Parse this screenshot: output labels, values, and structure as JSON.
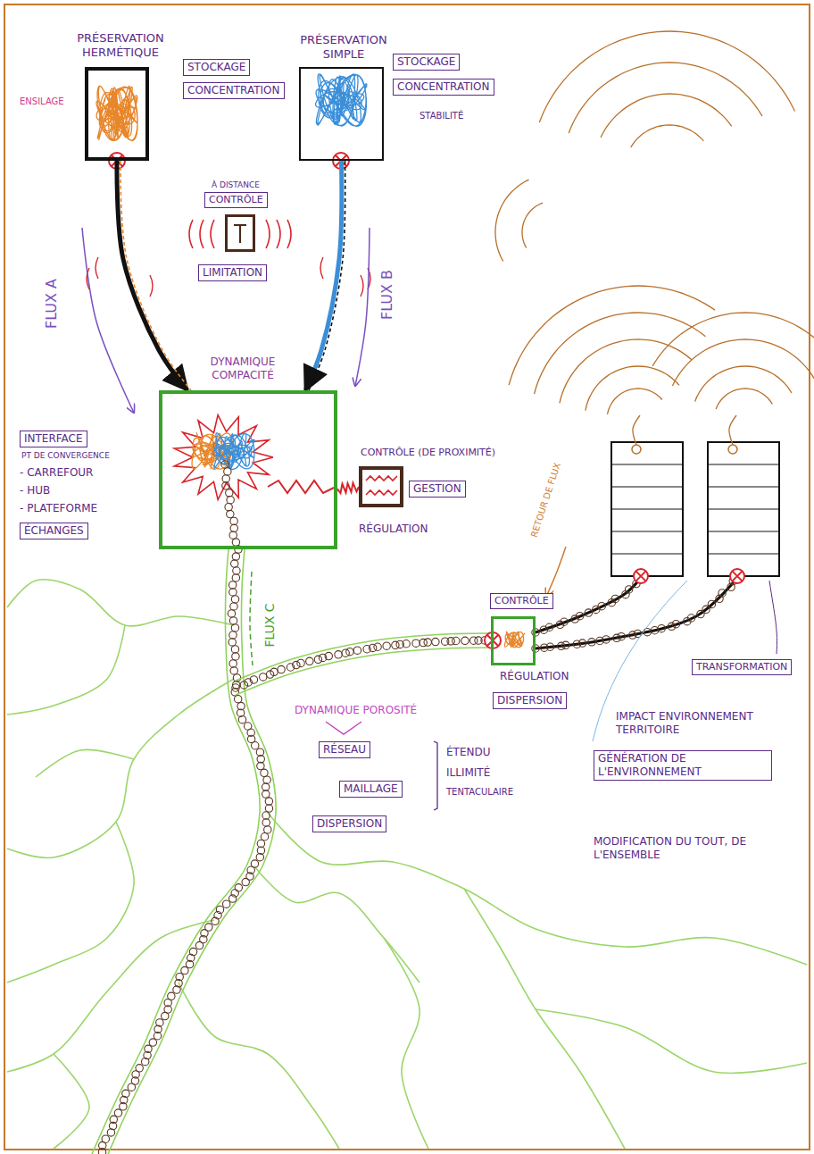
{
  "diagram": {
    "nodes": [
      {
        "text": [
          "PRÉSERVATION HERMÉTIQUE"
        ]
      },
      {
        "text": [
          "PRÉSERVATION SIMPLE"
        ]
      },
      {
        "text": [
          "À DISTANCE",
          "CONTRÔLE"
        ]
      },
      {
        "text": [
          "DYNAMIQUE COMPACITÉ"
        ]
      },
      {
        "text": [
          "CONTRÔLE (DE PROXIMITÉ)"
        ]
      },
      {
        "text": [
          "CONTRÔLE"
        ]
      }
    ],
    "edges": [
      {
        "from": 0,
        "to": 3,
        "label": "FLUX A",
        "arrow": "to"
      },
      {
        "from": 1,
        "to": 3,
        "label": "FLUX B",
        "arrow": "to"
      },
      {
        "from": 3,
        "to": 4,
        "arrow": "none"
      }
    ],
    "labels": [
      "ENSILAGE",
      "STOCKAGE",
      "CONCENTRATION",
      "STOCKAGE",
      "CONCENTRATION",
      "STABILITÉ",
      "LIMITATION",
      "INTERFACE",
      "PT DE CONVERGENCE",
      "- CARREFOUR",
      "- HUB",
      "- PLATEFORME",
      "ÉCHANGES",
      "GESTION",
      "RÉGULATION",
      "FLUX C",
      "RETOUR DE FLUX",
      "RÉGULATION",
      "DISPERSION",
      "TRANSFORMATION",
      "IMPACT ENVIRONNEMENT TERRITOIRE",
      "GÉNÉRATION DE L'ENVIRONNEMENT",
      "MODIFICATION DU TOUT, DE L'ENSEMBLE",
      "DYNAMIQUE POROSITÉ",
      "RÉSEAU",
      "MAILLAGE",
      "DISPERSION",
      "ÉTENDU",
      "ILLIMITÉ",
      "TENTACULAIRE"
    ]
  }
}
